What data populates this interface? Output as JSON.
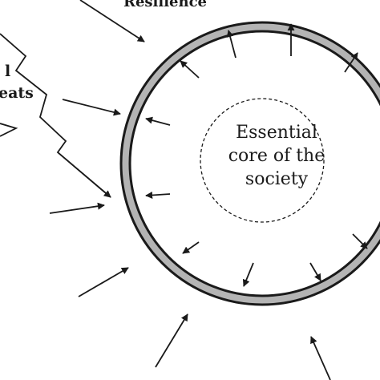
{
  "labels": {
    "top": "Resilience",
    "left_fragment_1": "l",
    "left_fragment_2": "eats",
    "core_line_1": "Essential",
    "core_line_2": "core of the",
    "core_line_3": "society"
  },
  "colors": {
    "ring_fill": "#b4b4b4",
    "stroke": "#1a1a1a",
    "background": "#ffffff"
  }
}
